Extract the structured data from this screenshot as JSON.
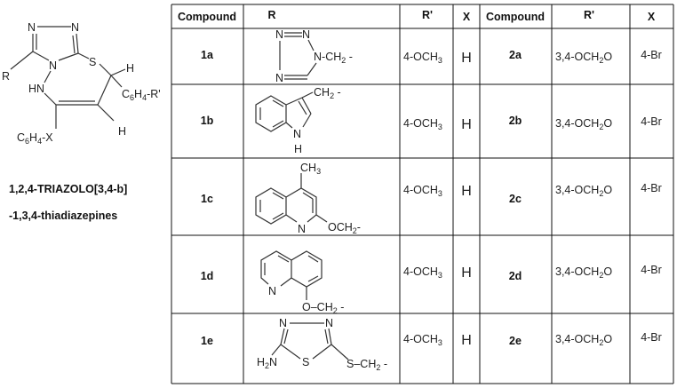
{
  "structure": {
    "title_line1": "1,2,4-TRIAZOLO[3,4-b]",
    "title_line2": "-1,3,4-thiadiazepines",
    "labels": {
      "n1": "N",
      "n2": "N",
      "n3": "N",
      "r": "R",
      "s": "S",
      "h1": "H",
      "hn": "HN",
      "h2": "H",
      "c6h4_rp": [
        "C",
        "6",
        "H",
        "4",
        "-R'"
      ],
      "c6h4_x": [
        "C",
        "6",
        "H",
        "4",
        "-X"
      ]
    }
  },
  "table": {
    "headers": [
      "Compound",
      "R",
      "R'",
      "X",
      "Compound",
      "R'",
      "X"
    ],
    "rows": [
      {
        "compound": "1a",
        "r_prime": [
          "4-OCH",
          "3"
        ],
        "x": "H",
        "compound2": "2a",
        "r_prime2": [
          "3,4-OCH",
          "2",
          "O"
        ],
        "x2": "4-Br"
      },
      {
        "compound": "1b",
        "r_prime": [
          "4-OCH",
          "3"
        ],
        "x": "H",
        "compound2": "2b",
        "r_prime2": [
          "3,4-OCH",
          "2",
          "O"
        ],
        "x2": "4-Br"
      },
      {
        "compound": "1c",
        "r_prime": [
          "4-OCH",
          "3"
        ],
        "x": "H",
        "compound2": "2c",
        "r_prime2": [
          "3,4-OCH",
          "2",
          "O"
        ],
        "x2": "4-Br"
      },
      {
        "compound": "1d",
        "r_prime": [
          "4-OCH",
          "3"
        ],
        "x": "H",
        "compound2": "2d",
        "r_prime2": [
          "3,4-OCH",
          "2",
          "O"
        ],
        "x2": "4-Br"
      },
      {
        "compound": "1e",
        "r_prime": [
          "4-OCH",
          "3"
        ],
        "x": "H",
        "compound2": "2e",
        "r_prime2": [
          "3,4-OCH",
          "2",
          "O"
        ],
        "x2": "4-Br"
      }
    ],
    "r_groups": {
      "a": {
        "n1": "N",
        "n2": "N",
        "n3": "N",
        "tail": [
          "N-CH",
          "2",
          " -"
        ]
      },
      "b": {
        "tail": [
          "CH",
          "2",
          " -"
        ],
        "n": "N",
        "h": "H"
      },
      "c": {
        "ch3": [
          "CH",
          "3"
        ],
        "n": "N",
        "tail": [
          "OCH",
          "2",
          "-"
        ]
      },
      "d": {
        "n": "N",
        "tail": [
          "O",
          "–CH",
          "2",
          " -"
        ]
      },
      "e": {
        "n1": "N",
        "n2": "N",
        "s": "S",
        "h2n": [
          "H",
          "2",
          "N"
        ],
        "tail": [
          "S",
          "–CH",
          "2",
          " -"
        ]
      }
    }
  }
}
